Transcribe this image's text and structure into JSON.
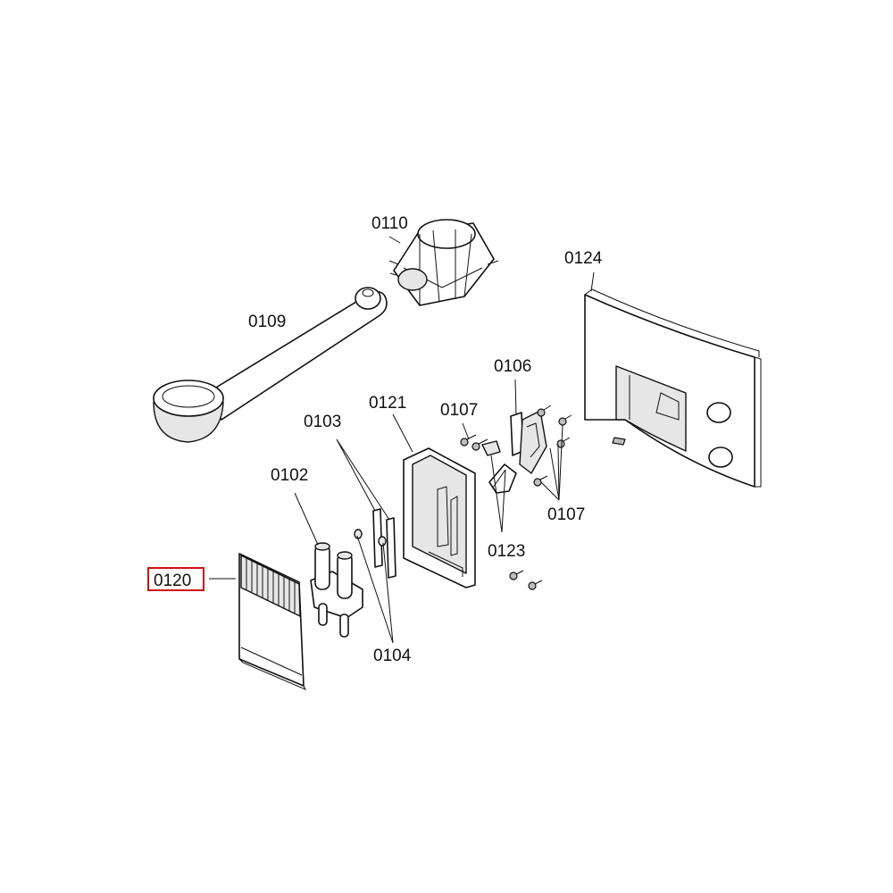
{
  "labels": {
    "p0110": "0110",
    "p0109": "0109",
    "p0124": "0124",
    "p0106": "0106",
    "p0107a": "0107",
    "p0107b": "0107",
    "p0121": "0121",
    "p0103": "0103",
    "p0102": "0102",
    "p0123": "0123",
    "p0120": "0120",
    "p0104": "0104"
  },
  "highlight": {
    "part": "0120",
    "color": "#d11111"
  }
}
